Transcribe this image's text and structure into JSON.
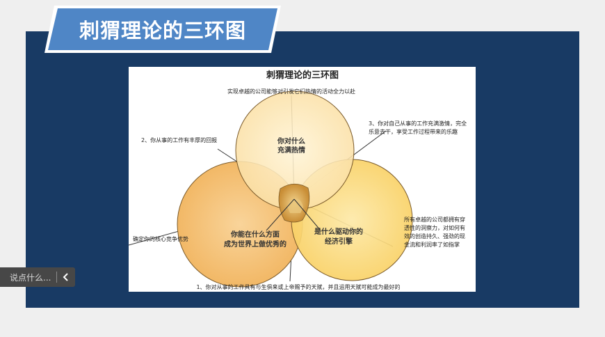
{
  "slide": {
    "title": "刺猬理论的三环图"
  },
  "diagram": {
    "title": "刺猬理论的三环图",
    "top_note": "实现卓越的公司能够对引发它们热情的活动全力以赴",
    "note_2": "2、你从事的工作有丰厚的回报",
    "note_3_line1": "3、你对自己从事的工作充满激情，完全",
    "note_3_line2": "乐意去干，享受工作过程带来的乐趣",
    "left_note": "确定你的核心竞争优势",
    "right_note_lines": [
      "所有卓越的公司都拥有穿",
      "透性的洞察力，对如何有",
      "效的创造持久、强劲的现",
      "金流和利润率了如指掌"
    ],
    "bottom_note": "1、你对从事的工作具有与生俱来或上帝赐予的天赋，并且运用天赋可能成为最好的",
    "circle_top": {
      "line1": "你对什么",
      "line2": "充满热情"
    },
    "circle_left": {
      "line1": "你能在什么方面",
      "line2": "成为世界上做优秀的"
    },
    "circle_right": {
      "line1": "是什么驱动你的",
      "line2": "经济引擎"
    },
    "colors": {
      "circle_top": "#fbe6b3",
      "circle_left": "#f5c074",
      "circle_right": "#fcd97c",
      "center": "#d9a44a"
    }
  },
  "comment_bar": {
    "placeholder": "说点什么...",
    "collapse_icon": "chevron-left-icon"
  }
}
